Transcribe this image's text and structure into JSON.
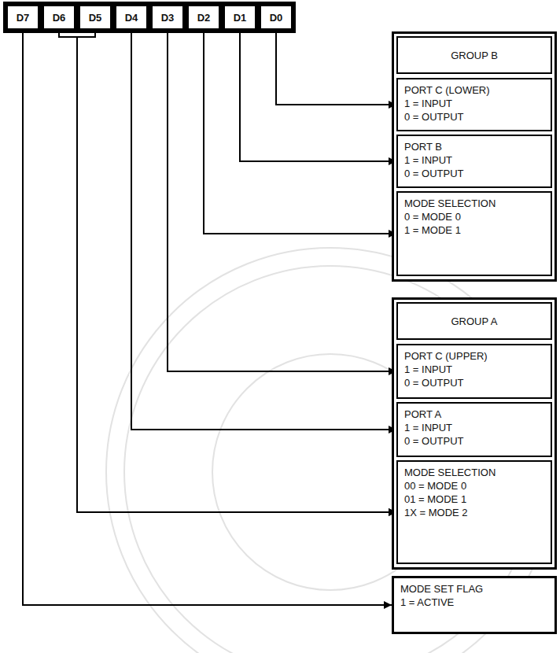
{
  "diagram": {
    "nodes": [
      {
        "text": [
          "D7"
        ]
      },
      {
        "text": [
          "D6"
        ]
      },
      {
        "text": [
          "D5"
        ]
      },
      {
        "text": [
          "D4"
        ]
      },
      {
        "text": [
          "D3"
        ]
      },
      {
        "text": [
          "D2"
        ]
      },
      {
        "text": [
          "D1"
        ]
      },
      {
        "text": [
          "D0"
        ]
      },
      {
        "text": [
          "GROUP B"
        ]
      },
      {
        "text": [
          "PORT C (LOWER)",
          "1 = INPUT",
          "0 = OUTPUT"
        ],
        "in": 8
      },
      {
        "text": [
          "PORT B",
          "1 = INPUT",
          "0 = OUTPUT"
        ],
        "in": 8
      },
      {
        "text": [
          "MODE SELECTION",
          "0 = MODE 0",
          "1 = MODE 1"
        ],
        "in": 8
      },
      {
        "text": [
          "GROUP A"
        ]
      },
      {
        "text": [
          "PORT C (UPPER)",
          "1 = INPUT",
          "0 = OUTPUT"
        ],
        "in": 12
      },
      {
        "text": [
          "PORT A",
          "1 = INPUT",
          "0 = OUTPUT"
        ],
        "in": 12
      },
      {
        "text": [
          "MODE SELECTION",
          "00 = MODE 0",
          "01 = MODE 1",
          "1X = MODE 2"
        ],
        "in": 12
      },
      {
        "text": [
          "MODE SET FLAG",
          "1 = ACTIVE"
        ]
      }
    ],
    "edges": [
      {
        "from": 7,
        "to": 9,
        "arrow": "to"
      },
      {
        "from": 6,
        "to": 10,
        "arrow": "to"
      },
      {
        "from": 5,
        "to": 11,
        "arrow": "to"
      },
      {
        "from": 4,
        "to": 13,
        "arrow": "to"
      },
      {
        "from": 3,
        "to": 14,
        "arrow": "to"
      },
      {
        "from": 1,
        "to": 15,
        "arrow": "to"
      },
      {
        "from": 2,
        "to": 15,
        "arrow": "to"
      },
      {
        "from": 0,
        "to": 16,
        "arrow": "to"
      }
    ]
  }
}
